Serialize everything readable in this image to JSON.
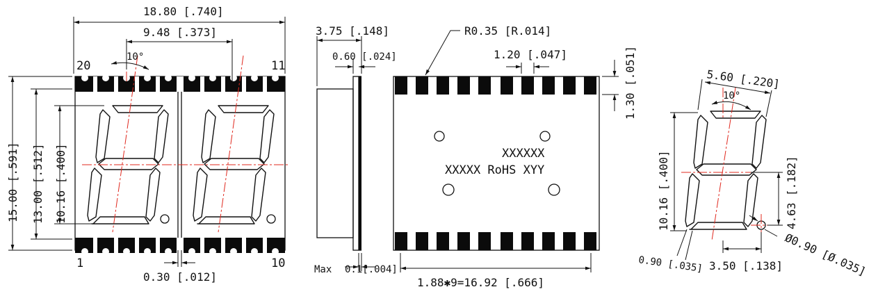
{
  "front_view": {
    "width_total": "18.80 [.740]",
    "digit_pitch": "9.48 [.373]",
    "slant_angle": "10°",
    "pin_20": "20",
    "pin_11": "11",
    "pin_1": "1",
    "pin_10": "10",
    "height_total": "15.00 [.591]",
    "height_body": "13.00 [.512]",
    "digit_height": "10.16 [.400]",
    "gap": "0.30 [.012]"
  },
  "side_view": {
    "overall_depth": "3.75 [.148]",
    "pin_thickness": "0.60 [.024]",
    "max_note": "Max",
    "max_value": "0.1[.004]"
  },
  "bottom_view": {
    "radius": "R0.35 [R.014]",
    "pad_width": "1.20 [.047]",
    "pad_length": "1.30 [.051]",
    "marking_line1": "XXXXXX",
    "marking_line2": "XXXXX RoHS XYY",
    "pitch_total": "1.88✱9=16.92 [.666]"
  },
  "digit_detail": {
    "width": "5.60 [.220]",
    "angle": "10°",
    "height": "10.16 [.400]",
    "dp_height_a": "4.63",
    "dp_height_b": "[.182]",
    "seg_width": "0.90",
    "seg_width_in": "[.035]",
    "dp_offset": "3.50 [.138]",
    "dp_diameter": "Ø0.90 [Ø.035]"
  }
}
